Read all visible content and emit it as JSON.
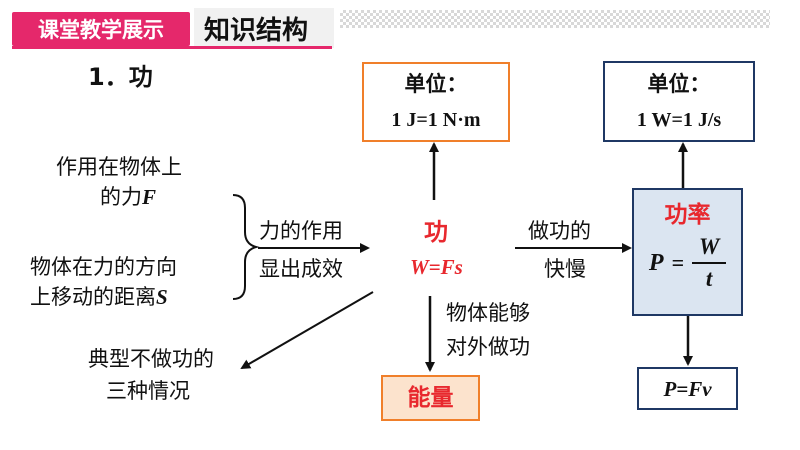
{
  "header": {
    "badge": "课堂教学展示",
    "tab": "知识结构"
  },
  "section_title": "1．功",
  "inputs": {
    "force_line1": "作用在物体上",
    "force_line2_text": "的力",
    "force_symbol": "F",
    "distance_line1": "物体在力的方向",
    "distance_line2_text": "上移动的距离",
    "distance_symbol": "S"
  },
  "edge_labels": {
    "force_effect": "力的作用",
    "show_result": "显出成效",
    "rate_line1": "做功的",
    "rate_line2": "快慢",
    "energy_line1": "物体能够",
    "energy_line2": "对外做功",
    "no_work_line1": "典型不做功的",
    "no_work_line2": "三种情况"
  },
  "work": {
    "label": "功",
    "formula": "W=Fs"
  },
  "work_unit": {
    "label": "单位：",
    "value": "1 J=1 N·m"
  },
  "power_unit": {
    "label": "单位：",
    "value": "1 W=1 J/s"
  },
  "power": {
    "label": "功率",
    "lhs": "P",
    "eq": "=",
    "numerator": "W",
    "denominator": "t"
  },
  "power_formula2": "P=Fv",
  "energy": {
    "label": "能量"
  },
  "colors": {
    "accent": "#e5286b",
    "red": "#e8282e",
    "orange": "#f07f2a",
    "navy": "#1f3864",
    "power_fill": "#dbe5f1",
    "energy_fill": "#fce3cd"
  }
}
